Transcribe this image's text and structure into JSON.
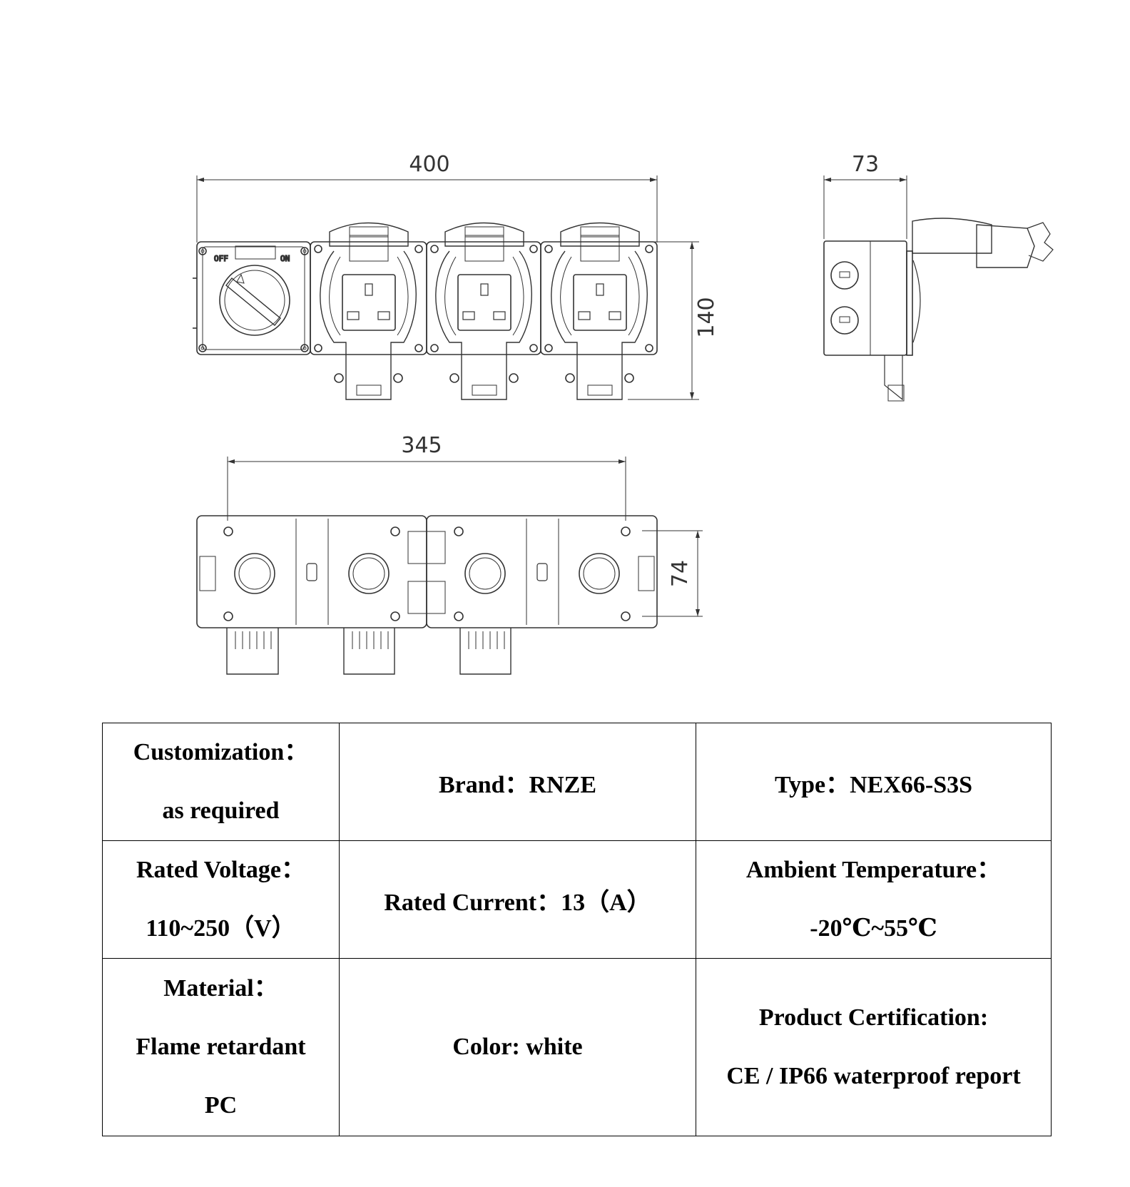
{
  "dimensions": {
    "front_width": "400",
    "front_height": "140",
    "side_depth": "73",
    "back_spacing": "345",
    "back_height": "74"
  },
  "switch_labels": {
    "off": "OFF",
    "on": "ON"
  },
  "specs": {
    "customization": {
      "label": "Customization：",
      "value": "as required"
    },
    "brand": "Brand：RNZE",
    "type": "Type：NEX66-S3S",
    "rated_voltage": {
      "label": "Rated Voltage：",
      "value": "110~250（V）"
    },
    "rated_current": "Rated Current：13（A）",
    "ambient_temperature": {
      "label": "Ambient Temperature：",
      "value": "-20℃~55℃"
    },
    "material": {
      "label": "Material：",
      "value_line1": "Flame retardant",
      "value_line2": "PC"
    },
    "color": "Color: white",
    "certification": {
      "label": "Product Certification:",
      "value": "CE / IP66 waterproof report"
    }
  }
}
